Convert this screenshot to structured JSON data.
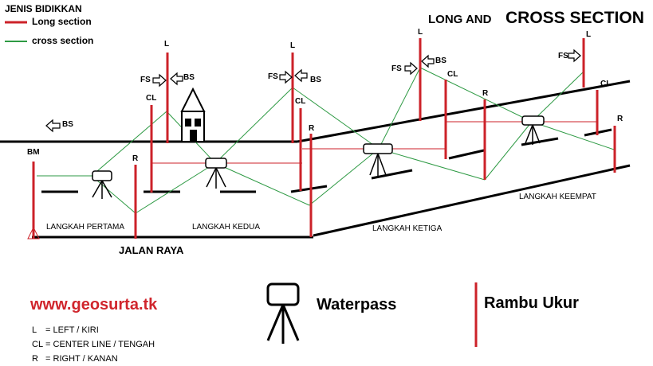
{
  "legend": {
    "title": "JENIS BIDIKKAN",
    "long_label": "Long section",
    "cross_label": "cross section",
    "long_color": "#cc2229",
    "cross_color": "#2e9a44"
  },
  "title": {
    "part1": "LONG AND",
    "part2": "CROSS SECTION"
  },
  "staff_labels": {
    "left": "L",
    "centerline": "CL",
    "right": "R",
    "foresight": "FS",
    "backsight": "BS",
    "benchmark": "BM"
  },
  "steps": {
    "first": "LANGKAH PERTAMA",
    "second": "LANGKAH KEDUA",
    "third": "LANGKAH KETIGA",
    "fourth": "LANGKAH KEEMPAT"
  },
  "road_label": "JALAN RAYA",
  "website": "www.geosurta.tk",
  "bottom_legend": {
    "instrument": "Waterpass",
    "staff": "Rambu Ukur"
  },
  "abbreviations": [
    {
      "key": "L",
      "sep": " = ",
      "value": "LEFT / KIRI"
    },
    {
      "key": "CL",
      "sep": " = ",
      "value": "CENTER LINE / TENGAH"
    },
    {
      "key": "R",
      "sep": " = ",
      "value": "RIGHT / KANAN"
    }
  ],
  "icons": [
    "arrow-left-icon",
    "arrow-right-icon",
    "house-icon",
    "level-instrument-icon",
    "staff-icon"
  ]
}
